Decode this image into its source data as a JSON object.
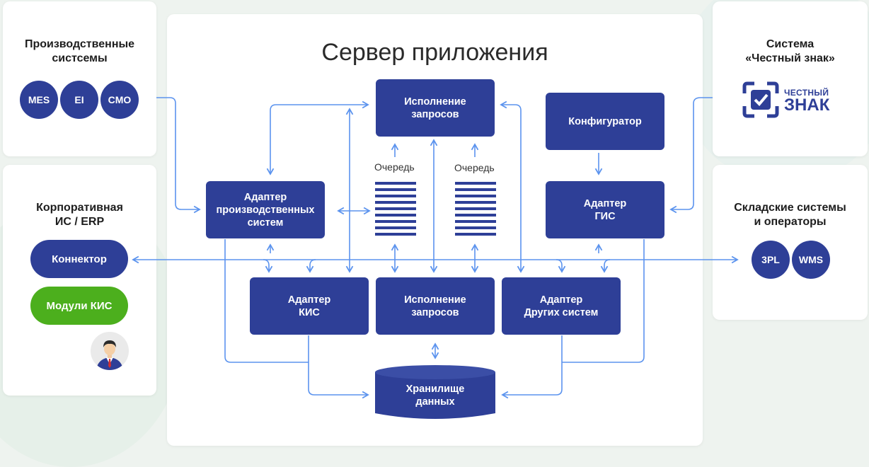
{
  "colors": {
    "accent": "#2e3f97",
    "green": "#4caf1d",
    "arrow": "#5b93ee"
  },
  "center": {
    "title": "Сервер приложения",
    "queue_left": "Очередь",
    "queue_right": "Очередь",
    "storage": "Хранилище\nданных",
    "boxes": {
      "exec_top": "Исполнение\nзапросов",
      "configurator": "Конфигуратор",
      "adapter_prod": "Адаптер\nпроизводственных\nсистем",
      "adapter_gis": "Адаптер\nГИС",
      "adapter_kis": "Адаптер\nКИС",
      "exec_bottom": "Исполнение\nзапросов",
      "adapter_other": "Адаптер\nДругих систем"
    }
  },
  "left_top": {
    "title": "Производственные\nсистсемы",
    "items": [
      "MES",
      "EI",
      "CMO"
    ]
  },
  "left_bottom": {
    "title": "Корпоративная\nИС / ERP",
    "connector": "Коннектор",
    "modules": "Модули КИС",
    "avatar_icon": "user-avatar-icon"
  },
  "right_top": {
    "title": "Система\n«Честный знак»",
    "logo_line1": "ЧЕСТНЫЙ",
    "logo_line2": "ЗНАК",
    "logo_icon": "check-frame-icon"
  },
  "right_bottom": {
    "title": "Складские системы\nи операторы",
    "items": [
      "3PL",
      "WMS"
    ]
  }
}
